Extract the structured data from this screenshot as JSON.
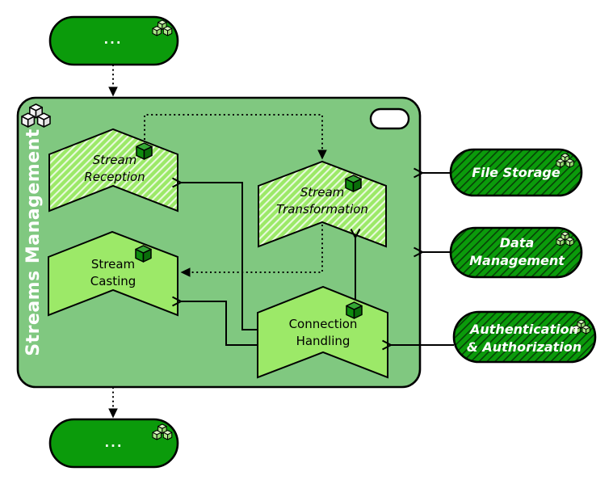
{
  "diagram": {
    "container": {
      "title": "Streams Management",
      "icon": "cube-cluster-icon",
      "port_icon": "component-port-pill"
    },
    "nodes": {
      "top_external": {
        "label": "...",
        "icon": "cube-cluster-icon"
      },
      "bottom_external": {
        "label": "...",
        "icon": "cube-cluster-icon"
      },
      "reception": {
        "label": "Stream Reception",
        "lines": [
          "Stream",
          "Reception"
        ],
        "style": "hatched-italic",
        "icon": "cube-icon"
      },
      "transformation": {
        "label": "Stream Transformation",
        "lines": [
          "Stream",
          "Transformation"
        ],
        "style": "hatched-italic",
        "icon": "cube-icon"
      },
      "casting": {
        "label": "Stream Casting",
        "lines": [
          "Stream",
          "Casting"
        ],
        "style": "solid",
        "icon": "cube-icon"
      },
      "connection": {
        "label": "Connection Handling",
        "lines": [
          "Connection",
          "Handling"
        ],
        "style": "solid",
        "icon": "cube-icon"
      },
      "file_storage": {
        "label": "File Storage",
        "lines": [
          "File Storage"
        ],
        "style": "hatched-service",
        "icon": "cube-cluster-icon"
      },
      "data_management": {
        "label": "Data Management",
        "lines": [
          "Data",
          "Management"
        ],
        "style": "hatched-service",
        "icon": "cube-cluster-icon"
      },
      "auth": {
        "label": "Authentication & Authorization",
        "lines": [
          "Authentication",
          "& Authorization"
        ],
        "style": "hatched-service",
        "icon": "cube-cluster-icon"
      }
    },
    "edges": [
      {
        "from": "top_external",
        "to": "container",
        "style": "dotted-filled-arrow"
      },
      {
        "from": "container",
        "to": "bottom_external",
        "style": "dotted-filled-arrow"
      },
      {
        "from": "reception",
        "to": "transformation",
        "style": "dotted-filled-arrow"
      },
      {
        "from": "transformation",
        "to": "casting",
        "style": "dotted-filled-arrow"
      },
      {
        "from": "connection",
        "to": "reception",
        "style": "solid-open-arrow"
      },
      {
        "from": "connection",
        "to": "casting",
        "style": "solid-open-arrow"
      },
      {
        "from": "connection",
        "to": "transformation",
        "style": "solid-open-arrow"
      },
      {
        "from": "file_storage",
        "to": "container",
        "style": "solid-open-arrow"
      },
      {
        "from": "data_management",
        "to": "container",
        "style": "solid-open-arrow"
      },
      {
        "from": "auth",
        "to": "connection",
        "style": "solid-open-arrow"
      }
    ],
    "colors": {
      "container_fill": "#80C880",
      "component_fill": "#9CE968",
      "service_fill": "#0B9B0B",
      "outline": "#000000",
      "label_light": "#FFFFFF",
      "label_dark": "#000000"
    }
  }
}
